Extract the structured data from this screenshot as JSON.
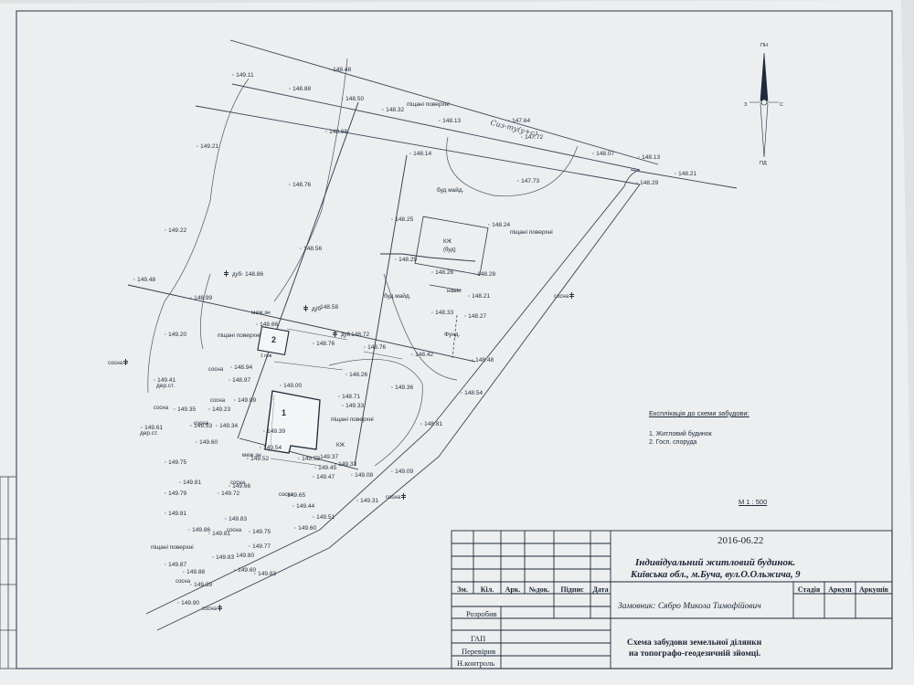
{
  "elevations": [
    "149.11",
    "148.48",
    "148.88",
    "148.50",
    "148.32",
    "148.13",
    "147.64",
    "147.72",
    "149.21",
    "148.68",
    "148.14",
    "148.07",
    "148.13",
    "148.21",
    "148.29",
    "147.73",
    "148.76",
    "149.22",
    "148.25",
    "148.24",
    "148.56",
    "148.29",
    "148.26",
    "148.28",
    "149.48",
    "148.86",
    "148.99",
    "148.58",
    "148.21",
    "148.33",
    "148.27",
    "148.66",
    "148.72",
    "149.20",
    "148.76",
    "148.76",
    "148.42",
    "148.48",
    "148.94",
    "148.26",
    "148.97",
    "149.00",
    "149.36",
    "149.41",
    "149.09",
    "148.71",
    "149.33",
    "148.54",
    "149.35",
    "149.23",
    "149.39",
    "148.81",
    "149.61",
    "149.53",
    "149.34",
    "149.60",
    "149.54",
    "149.52",
    "149.53",
    "149.37",
    "149.33",
    "149.75",
    "149.45",
    "149.47",
    "149.08",
    "149.09",
    "149.81",
    "149.66",
    "149.79",
    "149.72",
    "149.65",
    "149.31",
    "149.81",
    "149.44",
    "149.51",
    "149.83",
    "149.60",
    "149.86",
    "149.81",
    "149.75",
    "149.77",
    "149.80",
    "149.83",
    "149.87",
    "149.88",
    "149.60",
    "149.83",
    "149.89",
    "149.90"
  ],
  "plan_labels": {
    "sand_surface": "піщані поверхні",
    "yard": "буд майд.",
    "canopy": "навіс",
    "boundary": "меж.зн",
    "oak": "дуб",
    "pine": "сосна",
    "kzh": "КЖ",
    "kzh_sub": "(буд)",
    "foundation": "Фунд.",
    "poplar": "дер.ст.",
    "building_1": "1",
    "building_2": "2",
    "n_label": "1 пов",
    "kzh_building": "КЖ"
  },
  "handwritten": "Сиз-ту(у+с)",
  "north_arrow": {
    "n": "ПН",
    "s": "ПД",
    "w": "З",
    "e": "С"
  },
  "explication": {
    "title": "Експлікація до схеми забудови:",
    "items": [
      "1. Житловий будинок",
      "2. Госп. споруда"
    ]
  },
  "scale": "М 1 : 500",
  "title_block": {
    "date": "2016-06.22",
    "title_line1": "Індивідуальний житловий будинок.",
    "title_line2": "Київська обл., м.Буча, вул.О.Ольжича, 9",
    "col_headers": [
      "Зм.",
      "Кіл.",
      "Арк.",
      "№док.",
      "Підпис",
      "Дата"
    ],
    "customer": "Замовник:  Сябро Микола Тимофійович",
    "stage_headers": [
      "Стадія",
      "Аркуш",
      "Аркушів"
    ],
    "roles": [
      "Розробив",
      "ГАП",
      "Перевірив",
      "Н.контроль"
    ],
    "drawing_title1": "Схема забудови земельної ділянки",
    "drawing_title2": "на топографо-геодезичній зйомці."
  }
}
